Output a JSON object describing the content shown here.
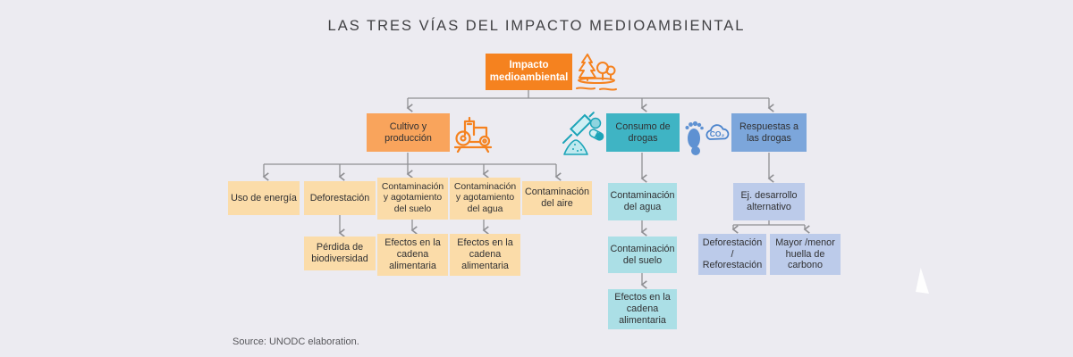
{
  "title": "LAS TRES VÍAS DEL IMPACTO MEDIOAMBIENTAL",
  "source": "Source: UNODC elaboration.",
  "nodes": {
    "root": "Impacto medioambiental",
    "cultivo": "Cultivo y producción",
    "consumo": "Consumo de drogas",
    "respuestas": "Respuestas a las drogas",
    "uso_energia": "Uso de energía",
    "deforestacion": "Deforestación",
    "cont_suelo": "Contaminación y agotamiento del suelo",
    "cont_agua": "Contaminación y agotamiento del agua",
    "cont_aire": "Contaminación del aire",
    "perdida_biodiversidad": "Pérdida de biodiversidad",
    "efectos_cadena_suelo": "Efectos en la cadena alimentaria",
    "efectos_cadena_agua": "Efectos en la cadena alimentaria",
    "consumo_cont_agua": "Contaminación del agua",
    "consumo_cont_suelo": "Contaminación del suelo",
    "consumo_efectos_cadena": "Efectos en la cadena alimentaria",
    "ej_desarrollo": "Ej. desarrollo alternativo",
    "deforestacion_reforestacion": "Deforestación / Reforestación",
    "mayor_menor_huella": "Mayor /menor huella de carbono"
  },
  "icons": {
    "root_icon": "forest-island-icon",
    "cultivo_icon": "tractor-icon",
    "consumo_icon_left": "syringe-pills-powder-icon",
    "consumo_icon_right": "footprint-co2-cloud-icon",
    "co2_label": "CO₂"
  },
  "colors": {
    "background": "#ECEBF1",
    "root_orange": "#F5821F",
    "branch_orange": "#F9A45C",
    "leaf_orange": "#FBDCA9",
    "branch_teal": "#3FB4C4",
    "leaf_teal": "#ABDFE6",
    "branch_blue": "#7CA6DB",
    "leaf_blue": "#BCCBEA",
    "connector_gray": "#8F8F93"
  }
}
